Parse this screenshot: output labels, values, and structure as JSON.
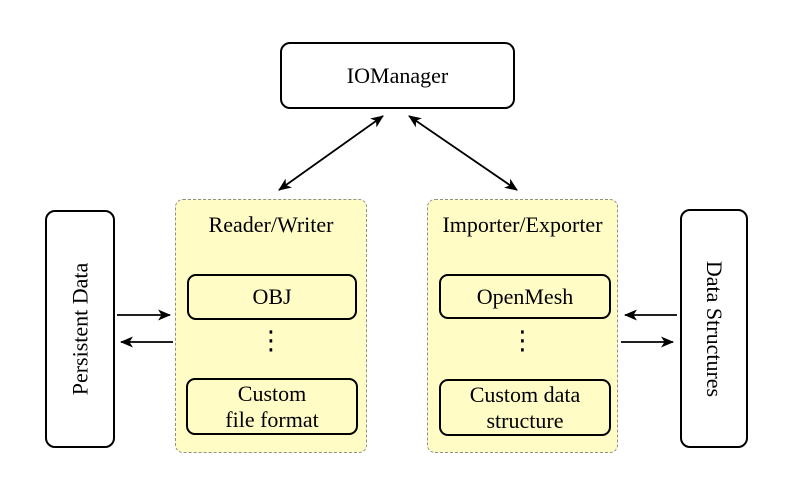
{
  "nodes": {
    "iomanager": "IOManager",
    "persistent_data": "Persistent Data",
    "data_structures": "Data Structures"
  },
  "panels": {
    "reader_writer": {
      "title": "Reader/Writer",
      "top_item": "OBJ",
      "ellipsis": "⋮",
      "bottom_item": "Custom\nfile format"
    },
    "importer_exporter": {
      "title": "Importer/Exporter",
      "top_item": "OpenMesh",
      "ellipsis": "⋮",
      "bottom_item": "Custom data\nstructure"
    }
  },
  "colors": {
    "panel-fill": "#fffcc6",
    "panel-border": "#8f8f8f",
    "node-fill": "#ffffff",
    "node-border": "#000000",
    "arrow": "#000000",
    "text": "#000000"
  }
}
